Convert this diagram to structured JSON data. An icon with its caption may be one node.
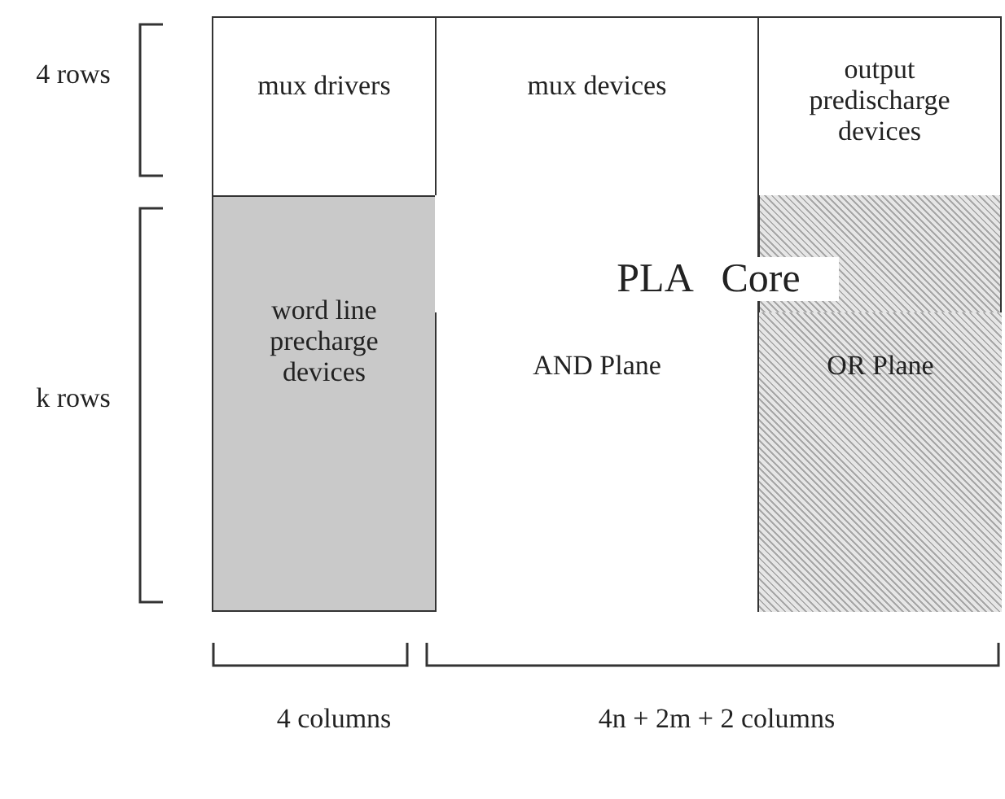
{
  "diagram": {
    "nodes": [
      {
        "text": [
          "mux drivers"
        ]
      },
      {
        "text": [
          "mux devices"
        ]
      },
      {
        "text": [
          "output predischarge devices"
        ]
      },
      {
        "text": [
          "word line precharge devices"
        ]
      },
      {
        "text": [
          "PLA Core"
        ]
      },
      {
        "text": [
          "AND Plane"
        ],
        "in": 4
      },
      {
        "text": [
          "OR Plane"
        ],
        "in": 4
      }
    ],
    "labels": [
      "4 rows",
      "k rows",
      "4 columns",
      "4n + 2m + 2 columns"
    ]
  }
}
